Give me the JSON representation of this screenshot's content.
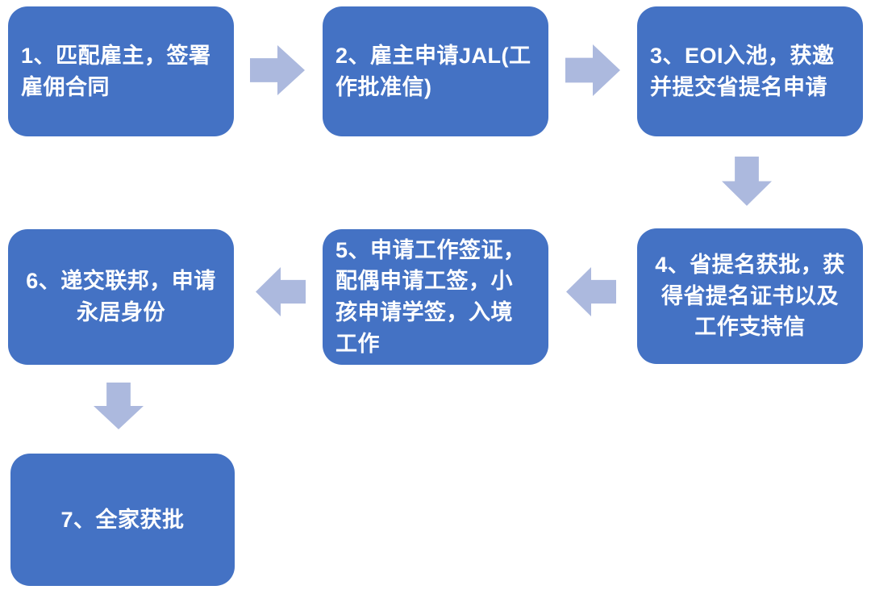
{
  "colors": {
    "box_fill": "#4472C4",
    "arrow_fill": "#ACB9DE",
    "text": "#FFFFFF",
    "background": "#FFFFFF"
  },
  "diagram": {
    "type": "flowchart",
    "topic": "immigration-application-process",
    "steps": [
      {
        "id": 1,
        "label": "1、匹配雇主，签署\n雇佣合同",
        "align": "left"
      },
      {
        "id": 2,
        "label": "2、雇主申请JAL(工\n作批准信)",
        "align": "left"
      },
      {
        "id": 3,
        "label": "3、EOI入池，获邀\n并提交省提名申请",
        "align": "left"
      },
      {
        "id": 4,
        "label": "4、省提名获批，获\n得省提名证书以及\n工作支持信",
        "align": "center"
      },
      {
        "id": 5,
        "label": "5、申请工作签证，\n配偶申请工签，小\n孩申请学签，入境\n工作",
        "align": "left"
      },
      {
        "id": 6,
        "label": "6、递交联邦，申请\n永居身份",
        "align": "center"
      },
      {
        "id": 7,
        "label": "7、全家获批",
        "align": "center"
      }
    ],
    "connections": [
      {
        "from": 1,
        "to": 2,
        "direction": "right"
      },
      {
        "from": 2,
        "to": 3,
        "direction": "right"
      },
      {
        "from": 3,
        "to": 4,
        "direction": "down"
      },
      {
        "from": 4,
        "to": 5,
        "direction": "left"
      },
      {
        "from": 5,
        "to": 6,
        "direction": "left"
      },
      {
        "from": 6,
        "to": 7,
        "direction": "down"
      }
    ]
  }
}
